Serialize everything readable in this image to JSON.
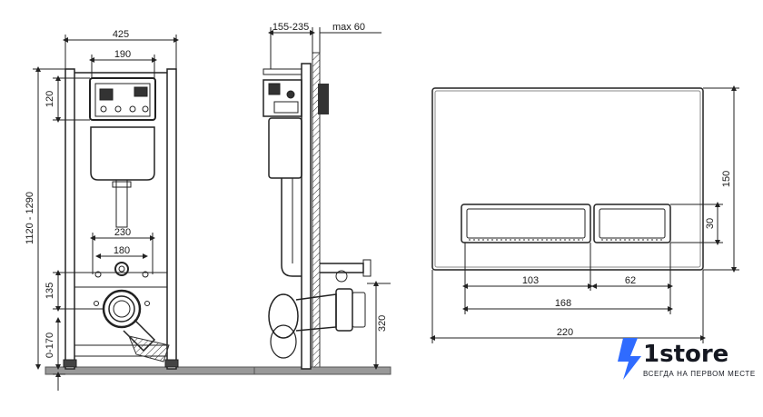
{
  "front_view": {
    "width_frame": "425",
    "width_panel": "190",
    "panel_height": "120",
    "height_range": "1120 - 1290",
    "pipe_spacing_outer": "230",
    "pipe_spacing_inner": "180",
    "outlet_height": "135",
    "leg_adjust": "0-170"
  },
  "side_view": {
    "depth_range": "155-235",
    "wall_max": "max 60",
    "outlet_height": "320"
  },
  "button_plate": {
    "width": "220",
    "height": "150",
    "button_height": "30",
    "button_left": "103",
    "button_right": "62",
    "buttons_total": "168"
  },
  "logo": {
    "brand": "1store",
    "tagline": "ВСЕГДА НА ПЕРВОМ МЕСТЕ",
    "accent": "#2f6bff"
  }
}
